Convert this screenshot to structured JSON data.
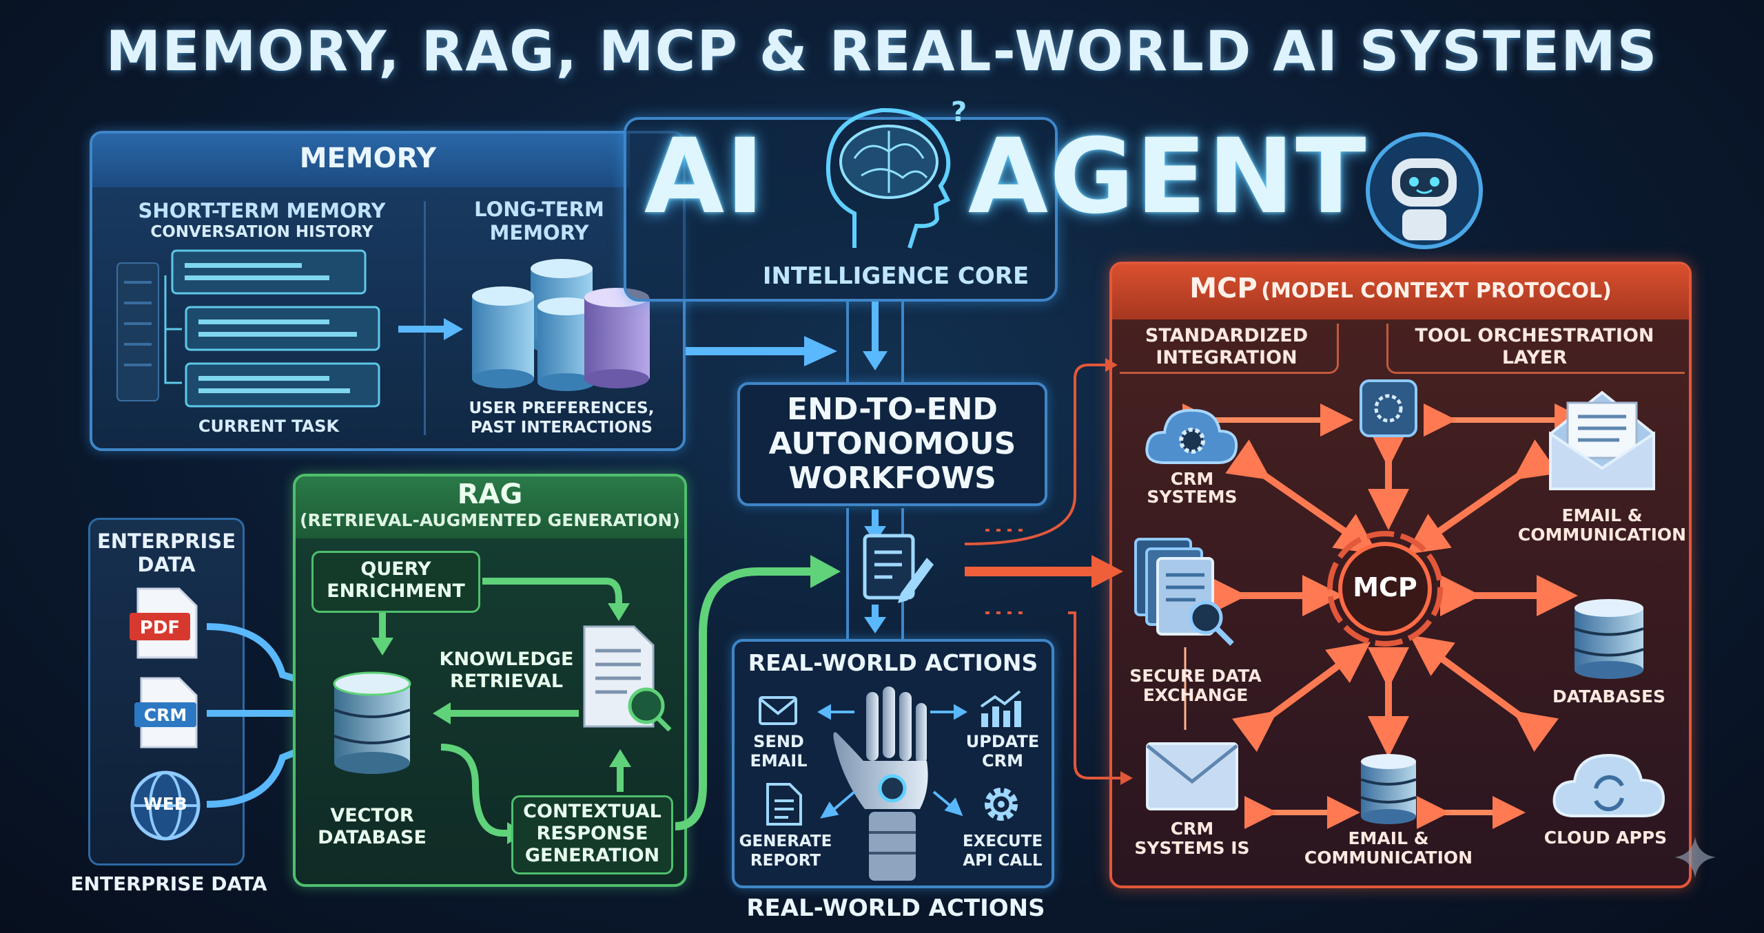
{
  "title": "MEMORY, RAG, MCP & REAL-WORLD AI SYSTEMS",
  "agent": {
    "word1": "AI",
    "word2": "AGENT",
    "core_label": "INTELLIGENCE CORE",
    "question_mark": "?"
  },
  "memory": {
    "header": "MEMORY",
    "short_term_title": "SHORT-TERM MEMORY",
    "short_term_subtitle": "CONVERSATION HISTORY",
    "current_task": "CURRENT TASK",
    "long_term_title_1": "LONG-TERM",
    "long_term_title_2": "MEMORY",
    "long_term_caption_1": "USER PREFERENCES,",
    "long_term_caption_2": "PAST INTERACTIONS"
  },
  "workflow": {
    "line1": "END-TO-END",
    "line2": "AUTONOMOUS",
    "line3": "WORKFOWS"
  },
  "enterprise": {
    "title_1": "ENTERPRISE",
    "title_2": "DATA",
    "pdf": "PDF",
    "crm": "CRM",
    "web": "WEB",
    "footer": "ENTERPRISE DATA"
  },
  "rag": {
    "header": "RAG",
    "subheader": "(RETRIEVAL-AUGMENTED GENERATION)",
    "query_1": "QUERY",
    "query_2": "ENRICHMENT",
    "knowledge_1": "KNOWLEDGE",
    "knowledge_2": "RETRIEVAL",
    "vector_1": "VECTOR",
    "vector_2": "DATABASE",
    "contextual_1": "CONTEXTUAL",
    "contextual_2": "RESPONSE",
    "contextual_3": "GENERATION"
  },
  "actions": {
    "header": "REAL-WORLD ACTIONS",
    "send_1": "SEND",
    "send_2": "EMAIL",
    "update_1": "UPDATE",
    "update_2": "CRM",
    "report_1": "GENERATE",
    "report_2": "REPORT",
    "api_1": "EXECUTE",
    "api_2": "API CALL",
    "footer": "REAL-WORLD ACTIONS"
  },
  "mcp": {
    "header": "MCP",
    "header_sub": "(MODEL CONTEXT PROTOCOL)",
    "std_1": "STANDARDIZED",
    "std_2": "INTEGRATION",
    "tool_1": "TOOL ORCHESTRATION",
    "tool_2": "LAYER",
    "hub": "MCP",
    "crm_1": "CRM",
    "crm_2": "SYSTEMS",
    "email_1": "EMAIL &",
    "email_2": "COMMUNICATION",
    "secure_1": "SECURE DATA",
    "secure_2": "EXCHANGE",
    "databases": "DATABASES",
    "crm_is_1": "CRM",
    "crm_is_2": "SYSTEMS IS",
    "email2_1": "EMAIL &",
    "email2_2": "COMMUNICATION",
    "cloud": "CLOUD APPS"
  },
  "colors": {
    "memory": "#3f86c8",
    "rag": "#4fbf6e",
    "mcp": "#e2583a",
    "core": "#5fc8ff"
  }
}
